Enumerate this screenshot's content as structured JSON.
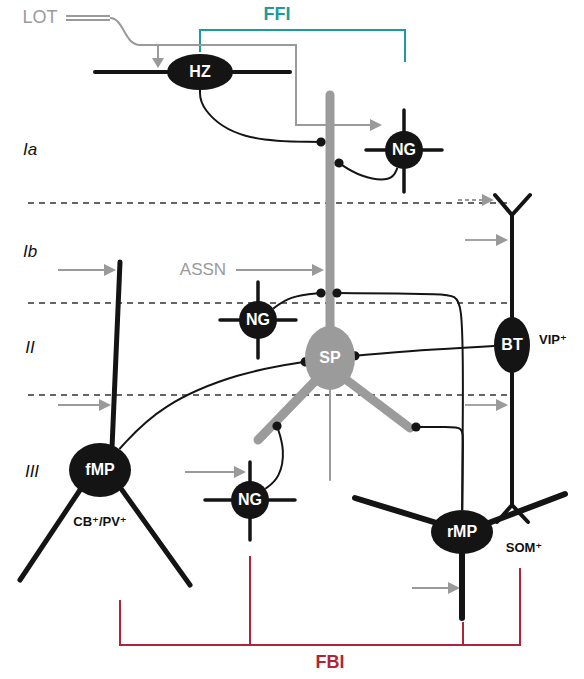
{
  "diagram": {
    "nodes": [
      {
        "text": [
          "HZ"
        ]
      },
      {
        "text": [
          "NG"
        ]
      },
      {
        "text": [
          "NG"
        ]
      },
      {
        "text": [
          "SP"
        ]
      },
      {
        "text": [
          "BT",
          "VIP⁺"
        ]
      },
      {
        "text": [
          "fMP",
          "CB⁺/PV⁺"
        ]
      },
      {
        "text": [
          "NG"
        ]
      },
      {
        "text": [
          "rMP",
          "SOM⁺"
        ]
      }
    ],
    "edges": [
      {
        "from": 0,
        "to": 3,
        "arrow": "to"
      },
      {
        "from": 1,
        "to": 3,
        "arrow": "to"
      },
      {
        "from": 2,
        "to": 3,
        "arrow": "to"
      },
      {
        "from": 4,
        "to": 3,
        "arrow": "to"
      },
      {
        "from": 5,
        "to": 3,
        "arrow": "to"
      },
      {
        "from": 6,
        "to": 3,
        "arrow": "to"
      },
      {
        "from": 7,
        "to": 3,
        "arrow": "to"
      },
      {
        "from": 7,
        "to": 3,
        "arrow": "to"
      }
    ],
    "labels": [
      "FFI",
      "LOT",
      "Ia",
      "Ib",
      "ASSN",
      "II",
      "III",
      "FBI"
    ]
  }
}
